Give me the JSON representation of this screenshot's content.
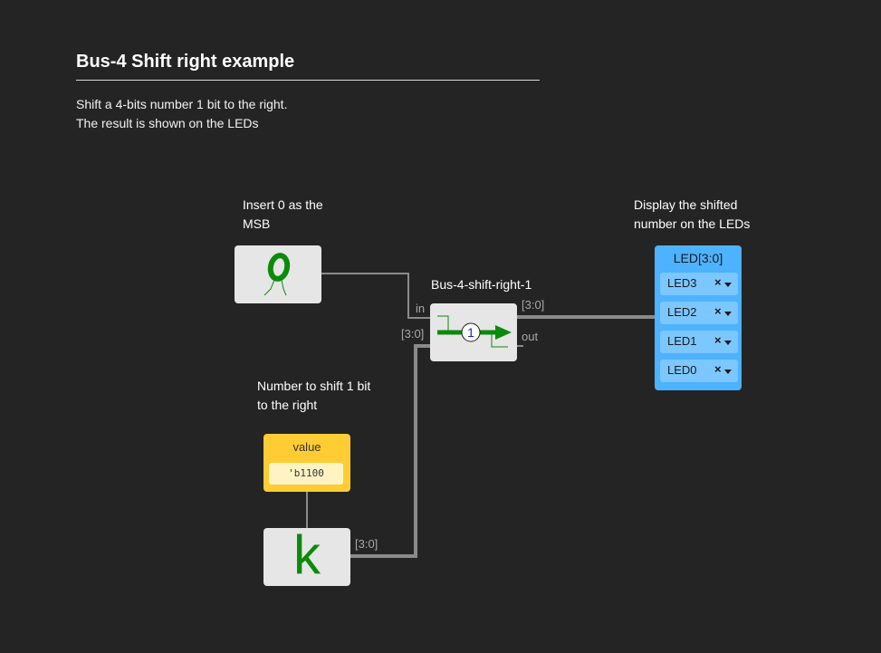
{
  "header": {
    "title": "Bus-4 Shift right example",
    "description_line1": "Shift a 4-bits number 1 bit to the right.",
    "description_line2": "The result is shown on the LEDs"
  },
  "notes": {
    "insert_line1": "Insert 0 as the",
    "insert_line2": "MSB",
    "display_line1": "Display the shifted",
    "display_line2": "number on the LEDs",
    "number_line1": "Number to shift 1 bit",
    "number_line2": "to the right"
  },
  "shift_block": {
    "label": "Bus-4-shift-right-1",
    "port_in": "in",
    "port_out": "out",
    "input_bus": "[3:0]",
    "output_bus": "[3:0]",
    "shift_amount": "1"
  },
  "constant": {
    "title": "value",
    "value": "'b1100"
  },
  "k_block": {
    "symbol": "k",
    "bus": "[3:0]"
  },
  "led_panel": {
    "title": "LED[3:0]",
    "rows": [
      {
        "name": "LED3",
        "x": "×"
      },
      {
        "name": "LED2",
        "x": "×"
      },
      {
        "name": "LED1",
        "x": "×"
      },
      {
        "name": "LED0",
        "x": "×"
      }
    ]
  },
  "colors": {
    "background": "#242424",
    "wire": "#8a8a8a",
    "block": "#e6e6e6",
    "green": "#0b8a0b",
    "constant": "#ffcc33",
    "led_panel": "#4db2ff"
  }
}
